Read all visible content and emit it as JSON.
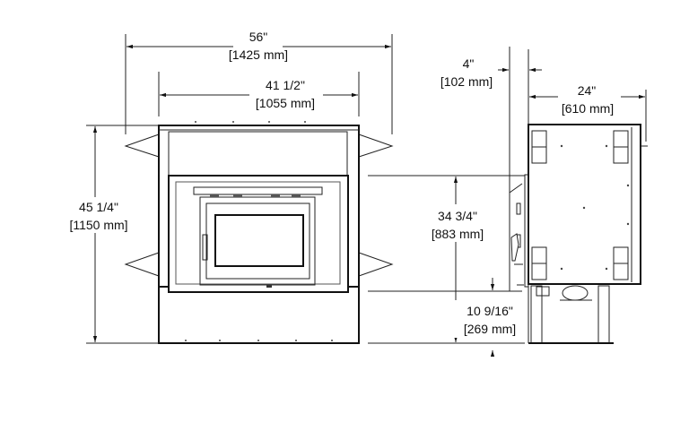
{
  "dimensions": {
    "overall_width": {
      "imperial": "56\"",
      "metric": "[1425 mm]"
    },
    "insert_width": {
      "imperial": "41 1/2\"",
      "metric": "[1055 mm]"
    },
    "overall_height": {
      "imperial": "45 1/4\"",
      "metric": "[1150 mm]"
    },
    "opening_height": {
      "imperial": "34 3/4\"",
      "metric": "[883 mm]"
    },
    "base_height": {
      "imperial": "10 9/16\"",
      "metric": "[269 mm]"
    },
    "protrusion": {
      "imperial": "4\"",
      "metric": "[102 mm]"
    },
    "depth": {
      "imperial": "24\"",
      "metric": "[610 mm]"
    }
  },
  "colors": {
    "line": "#222222",
    "background": "#ffffff"
  }
}
